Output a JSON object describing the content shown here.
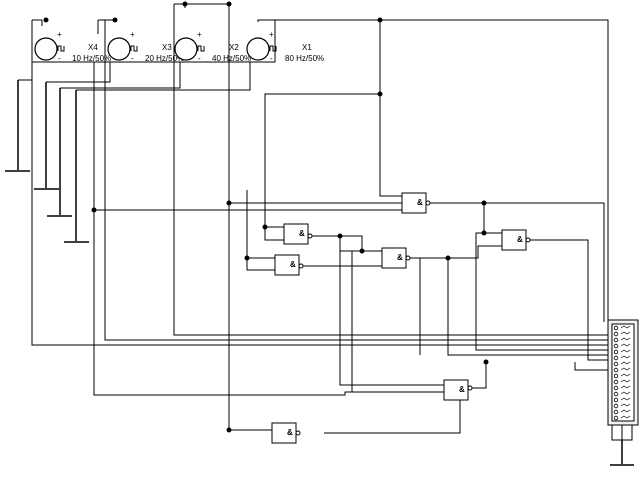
{
  "generators": [
    {
      "name": "X4",
      "label": "10 Hz/50%"
    },
    {
      "name": "X3",
      "label": "20 Hz/50%"
    },
    {
      "name": "X2",
      "label": "40 Hz/50%"
    },
    {
      "name": "X1",
      "label": "80 Hz/50%"
    }
  ],
  "gates": [
    {
      "id": "g1",
      "glyph": "&"
    },
    {
      "id": "g2",
      "glyph": "&"
    },
    {
      "id": "g3",
      "glyph": "&"
    },
    {
      "id": "g4",
      "glyph": "&"
    },
    {
      "id": "g5",
      "glyph": "&"
    },
    {
      "id": "g6",
      "glyph": "&"
    },
    {
      "id": "g7",
      "glyph": "&"
    }
  ],
  "pin_marks": {
    "plus": "+",
    "minus": "-"
  }
}
